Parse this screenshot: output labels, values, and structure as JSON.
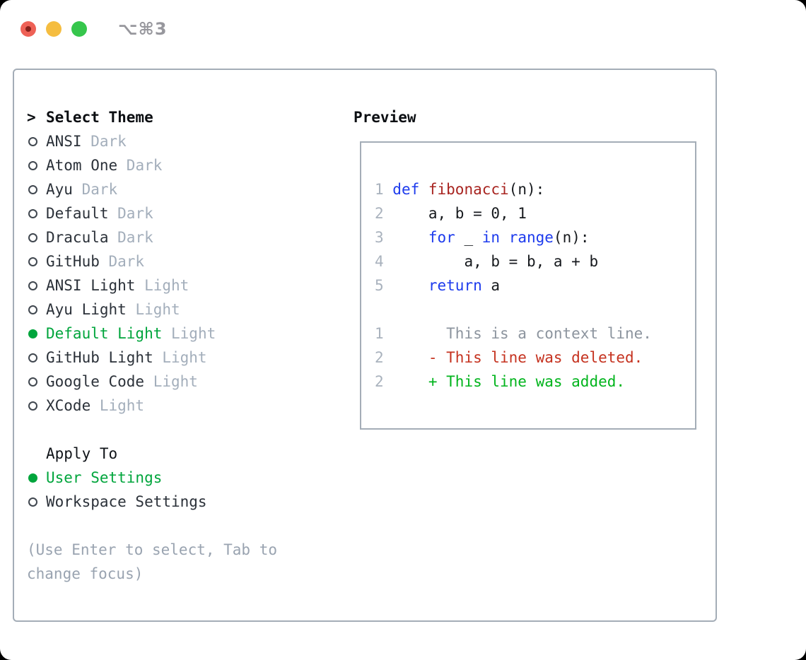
{
  "window": {
    "title": "⌥⌘3"
  },
  "theme_select": {
    "prompt": ">",
    "header": "Select Theme",
    "items": [
      {
        "name": "ANSI",
        "variant": "Dark",
        "selected": false
      },
      {
        "name": "Atom One",
        "variant": "Dark",
        "selected": false
      },
      {
        "name": "Ayu",
        "variant": "Dark",
        "selected": false
      },
      {
        "name": "Default",
        "variant": "Dark",
        "selected": false
      },
      {
        "name": "Dracula",
        "variant": "Dark",
        "selected": false
      },
      {
        "name": "GitHub",
        "variant": "Dark",
        "selected": false
      },
      {
        "name": "ANSI Light",
        "variant": "Light",
        "selected": false
      },
      {
        "name": "Ayu Light",
        "variant": "Light",
        "selected": false
      },
      {
        "name": "Default Light",
        "variant": "Light",
        "selected": true
      },
      {
        "name": "GitHub Light",
        "variant": "Light",
        "selected": false
      },
      {
        "name": "Google Code",
        "variant": "Light",
        "selected": false
      },
      {
        "name": "XCode",
        "variant": "Light",
        "selected": false
      }
    ]
  },
  "apply_to": {
    "header": "Apply To",
    "options": [
      {
        "label": "User Settings",
        "selected": true
      },
      {
        "label": "Workspace Settings",
        "selected": false
      }
    ]
  },
  "help_text": "(Use Enter to select, Tab to change focus)",
  "preview": {
    "header": "Preview",
    "code_lines": [
      [
        {
          "t": "1 ",
          "c": "ln"
        },
        {
          "t": "def ",
          "c": "kw"
        },
        {
          "t": "fibonacci",
          "c": "fn"
        },
        {
          "t": "(n):",
          "c": "pl"
        }
      ],
      [
        {
          "t": "2 ",
          "c": "ln"
        },
        {
          "t": "    a, b = 0, 1",
          "c": "pl"
        }
      ],
      [
        {
          "t": "3 ",
          "c": "ln"
        },
        {
          "t": "    ",
          "c": "pl"
        },
        {
          "t": "for",
          "c": "kw"
        },
        {
          "t": " _ ",
          "c": "pl"
        },
        {
          "t": "in",
          "c": "kw"
        },
        {
          "t": " ",
          "c": "pl"
        },
        {
          "t": "range",
          "c": "kw"
        },
        {
          "t": "(n):",
          "c": "pl"
        }
      ],
      [
        {
          "t": "4 ",
          "c": "ln"
        },
        {
          "t": "        a, b = b, a + b",
          "c": "pl"
        }
      ],
      [
        {
          "t": "5 ",
          "c": "ln"
        },
        {
          "t": "    ",
          "c": "pl"
        },
        {
          "t": "return",
          "c": "kw"
        },
        {
          "t": " a",
          "c": "pl"
        }
      ],
      [],
      [
        {
          "t": "1 ",
          "c": "ln"
        },
        {
          "t": "      This is a context line.",
          "c": "ctx"
        }
      ],
      [
        {
          "t": "2 ",
          "c": "ln"
        },
        {
          "t": "    ",
          "c": "pl"
        },
        {
          "t": "- This line was deleted.",
          "c": "del"
        }
      ],
      [
        {
          "t": "2 ",
          "c": "ln"
        },
        {
          "t": "    ",
          "c": "pl"
        },
        {
          "t": "+ This line was added.",
          "c": "add"
        }
      ]
    ]
  },
  "colors": {
    "accent_green": "#00a53c",
    "added_green": "#00b41c",
    "deleted_red": "#c5321f",
    "keyword_blue": "#1d3bed",
    "function_red": "#a82420",
    "muted_gray": "#99a3b0",
    "line_number_gray": "#a9b2bd",
    "panel_border_gray": "#a4adb7",
    "traffic_red": "#ee6156",
    "traffic_yellow": "#f5bd40",
    "traffic_green": "#36c64c"
  }
}
